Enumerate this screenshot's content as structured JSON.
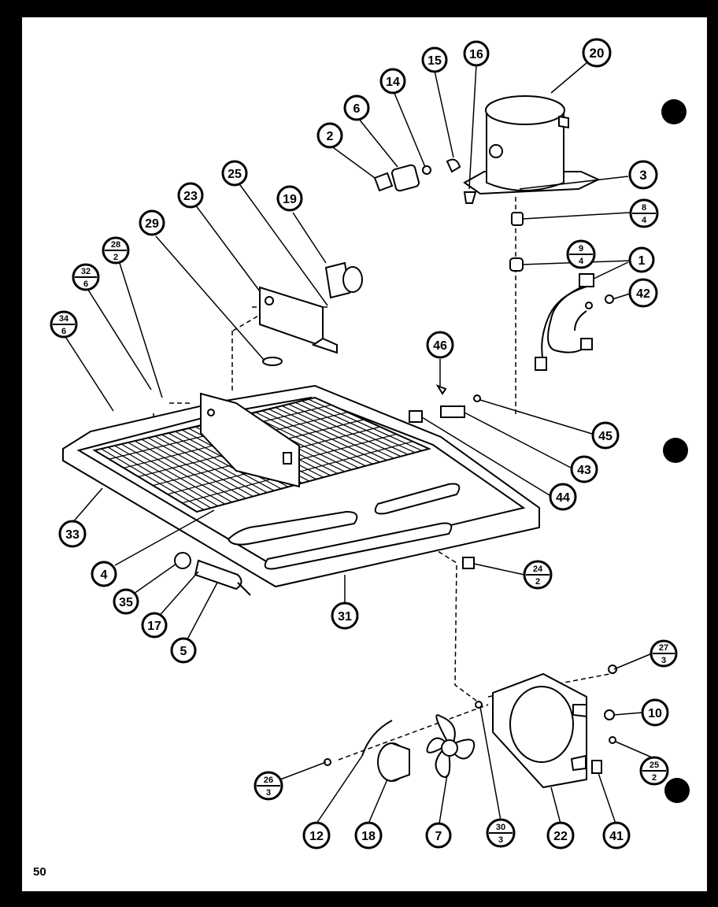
{
  "page_number": "50",
  "callouts": [
    {
      "id": "c20",
      "label": "20"
    },
    {
      "id": "c16",
      "label": "16"
    },
    {
      "id": "c15",
      "label": "15"
    },
    {
      "id": "c14",
      "label": "14"
    },
    {
      "id": "c6",
      "label": "6"
    },
    {
      "id": "c2",
      "label": "2"
    },
    {
      "id": "c3",
      "label": "3"
    },
    {
      "id": "c1",
      "label": "1"
    },
    {
      "id": "c42",
      "label": "42"
    },
    {
      "id": "c25",
      "label": "25"
    },
    {
      "id": "c23",
      "label": "23"
    },
    {
      "id": "c19",
      "label": "19"
    },
    {
      "id": "c29",
      "label": "29"
    },
    {
      "id": "c46",
      "label": "46"
    },
    {
      "id": "c45",
      "label": "45"
    },
    {
      "id": "c43",
      "label": "43"
    },
    {
      "id": "c44",
      "label": "44"
    },
    {
      "id": "c33",
      "label": "33"
    },
    {
      "id": "c4",
      "label": "4"
    },
    {
      "id": "c35",
      "label": "35"
    },
    {
      "id": "c17",
      "label": "17"
    },
    {
      "id": "c5",
      "label": "5"
    },
    {
      "id": "c31",
      "label": "31"
    },
    {
      "id": "c10",
      "label": "10"
    },
    {
      "id": "c12",
      "label": "12"
    },
    {
      "id": "c18",
      "label": "18"
    },
    {
      "id": "c7",
      "label": "7"
    },
    {
      "id": "c22",
      "label": "22"
    },
    {
      "id": "c41",
      "label": "41"
    }
  ],
  "fraction_callouts": [
    {
      "id": "f8",
      "top": "8",
      "bottom": "4"
    },
    {
      "id": "f9",
      "top": "9",
      "bottom": "4"
    },
    {
      "id": "f28",
      "top": "28",
      "bottom": "2"
    },
    {
      "id": "f32",
      "top": "32",
      "bottom": "6"
    },
    {
      "id": "f34",
      "top": "34",
      "bottom": "6"
    },
    {
      "id": "f24",
      "top": "24",
      "bottom": "2"
    },
    {
      "id": "f27",
      "top": "27",
      "bottom": "3"
    },
    {
      "id": "f25b",
      "top": "25",
      "bottom": "2"
    },
    {
      "id": "f26",
      "top": "26",
      "bottom": "3"
    },
    {
      "id": "f30",
      "top": "30",
      "bottom": "3"
    }
  ]
}
